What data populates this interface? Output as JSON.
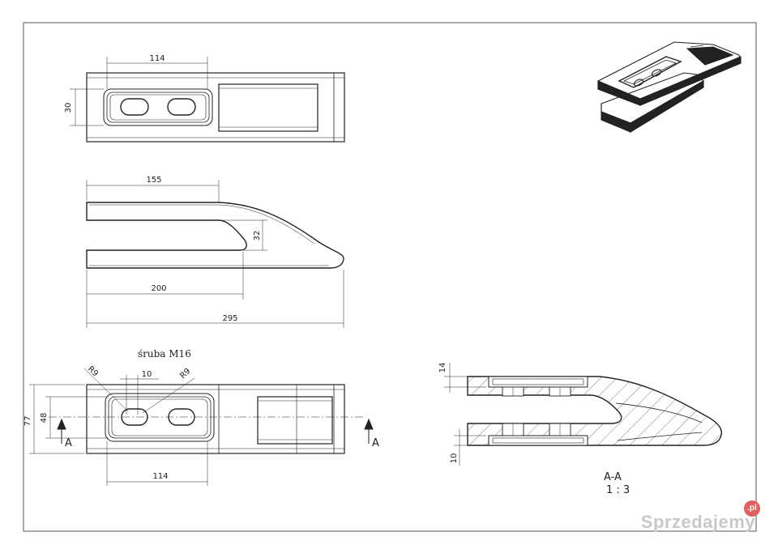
{
  "dimensions": {
    "top_view_length": "114",
    "top_view_height": "30",
    "side_top_length": "155",
    "slot_depth": "32",
    "slot_length": "200",
    "total_length": "295",
    "bottom_length": "114",
    "hole_width": "10",
    "radius_left": "R9",
    "radius_right": "R9",
    "height_48": "48",
    "height_77": "77",
    "plate_top": "14",
    "plate_bottom": "10"
  },
  "labels": {
    "bolt_note": "śruba M16",
    "section_left": "A",
    "section_right": "A",
    "section_title": "A-A",
    "section_scale": "1 : 3"
  },
  "watermark": {
    "text": "Sprzedajemy",
    "badge": ".pl"
  }
}
